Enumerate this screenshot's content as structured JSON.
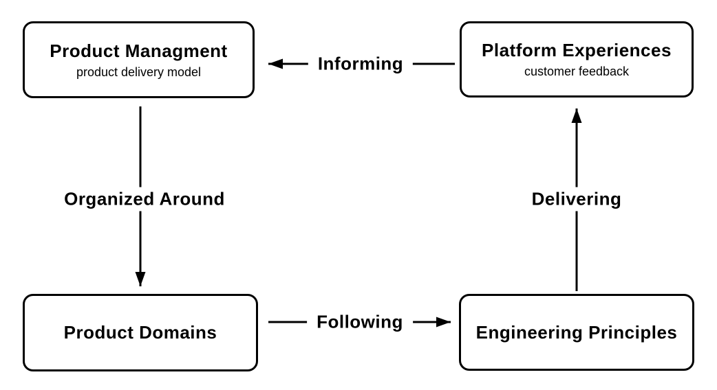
{
  "diagram": {
    "background_color": "#ffffff",
    "stroke_color": "#000000",
    "nodes": [
      {
        "id": "product-management",
        "title": "Product Managment",
        "subtitle": "product delivery model"
      },
      {
        "id": "platform-experiences",
        "title": "Platform Experiences",
        "subtitle": "customer feedback"
      },
      {
        "id": "product-domains",
        "title": "Product Domains",
        "subtitle": ""
      },
      {
        "id": "engineering-principles",
        "title": "Engineering Principles",
        "subtitle": ""
      }
    ],
    "edges": [
      {
        "label": "Informing",
        "from": "platform-experiences",
        "to": "product-management",
        "direction": "left"
      },
      {
        "label": "Organized Around",
        "from": "product-management",
        "to": "product-domains",
        "direction": "down"
      },
      {
        "label": "Following",
        "from": "product-domains",
        "to": "engineering-principles",
        "direction": "right"
      },
      {
        "label": "Delivering",
        "from": "engineering-principles",
        "to": "platform-experiences",
        "direction": "up"
      }
    ]
  }
}
